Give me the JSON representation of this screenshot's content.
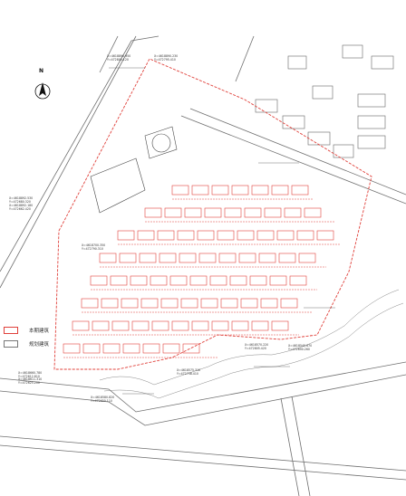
{
  "north_label": "N",
  "legend": [
    {
      "label": "本期建筑",
      "color": "#e0403a"
    },
    {
      "label": "规划建筑",
      "color": "#777777"
    }
  ],
  "coord_labels": [
    "X=4618890.950\nY=472800.120",
    "X=4618890.230\nY=472795.410",
    "X=4618892.530\nY=472680.320",
    "X=4618892.180\nY=472662.420",
    "X=4618700.350\nY=472790.310",
    "X=4618660.780\nY=472612.810",
    "X=4618611.310\nY=472625.200",
    "X=4618580.820\nY=472650.110",
    "X=4618575.310\nY=472738.410",
    "X=4618570.220\nY=472805.420",
    "X=4618540.670\nY=472690.260"
  ]
}
